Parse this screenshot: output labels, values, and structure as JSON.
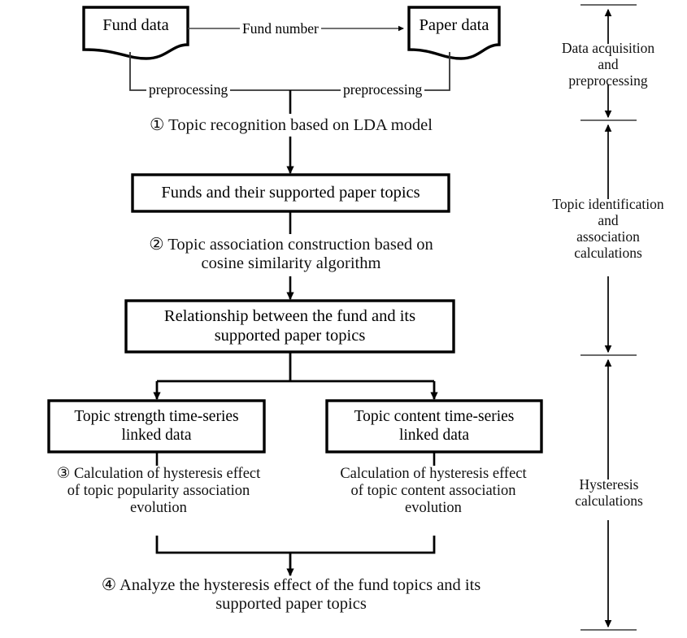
{
  "diagram": {
    "title": "Research framework flowchart",
    "background_color": "#ffffff",
    "line_color": "#000000",
    "text_color": "#111111"
  },
  "nodes": {
    "fund_data": {
      "label": "Fund data",
      "shape": "document"
    },
    "paper_data": {
      "label": "Paper data",
      "shape": "document"
    },
    "funds_topics": {
      "label": "Funds and their supported paper topics",
      "shape": "rectangle"
    },
    "relationship": {
      "label": "Relationship between the fund and its\nsupported paper topics",
      "shape": "rectangle"
    },
    "strength_series": {
      "label": "Topic strength time-series\nlinked data",
      "shape": "rectangle"
    },
    "content_series": {
      "label": "Topic content time-series\nlinked data",
      "shape": "rectangle"
    }
  },
  "edge_labels": {
    "fund_number": "Fund number",
    "preprocessing_left": "preprocessing",
    "preprocessing_right": "preprocessing"
  },
  "steps": {
    "step1": "① Topic recognition based on LDA model",
    "step2": "② Topic association construction based on\ncosine similarity algorithm",
    "step3_left": "③ Calculation of  hysteresis effect\nof topic popularity association\nevolution",
    "step3_right": "Calculation of hysteresis effect\nof topic content association\nevolution",
    "step4": "④ Analyze  the hysteresis effect of the fund topics and its\nsupported paper topics"
  },
  "phases": [
    {
      "id": "phase-1",
      "label": "Data acquisition\nand\npreprocessing"
    },
    {
      "id": "phase-2",
      "label": "Topic identification\nand\nassociation\ncalculations"
    },
    {
      "id": "phase-3",
      "label": "Hysteresis\ncalculations"
    }
  ]
}
